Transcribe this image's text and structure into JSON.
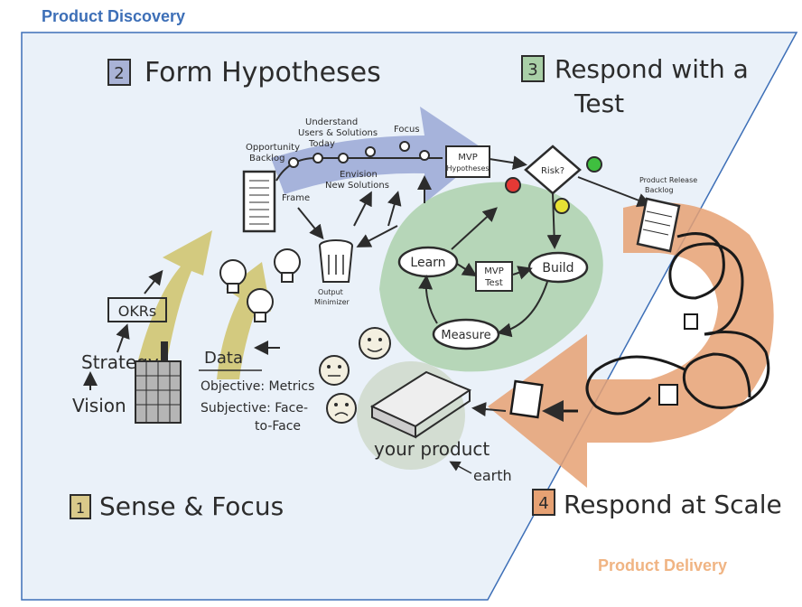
{
  "labels": {
    "product_discovery": "Product Discovery",
    "product_delivery": "Product Delivery"
  },
  "steps": [
    {
      "number": "1",
      "title": "Sense & Focus"
    },
    {
      "number": "2",
      "title": "Form Hypotheses"
    },
    {
      "number": "3",
      "title_line1": "Respond with a",
      "title_line2": "Test"
    },
    {
      "number": "4",
      "title": "Respond at Scale"
    }
  ],
  "sense": {
    "vision": "Vision",
    "strategy": "Strategy",
    "okrs": "OKRs",
    "data": "Data",
    "objective": "Objective: Metrics",
    "subjective_1": "Subjective: Face-",
    "subjective_2": "to-Face",
    "product": "your product",
    "earth": "earth"
  },
  "hypotheses": {
    "backlog_1": "Opportunity",
    "backlog_2": "Backlog",
    "frame": "Frame",
    "understand_1": "Understand",
    "understand_2": "Users & Solutions",
    "understand_3": "Today",
    "focus": "Focus",
    "envision_1": "Envision",
    "envision_2": "New Solutions",
    "output_1": "Output",
    "output_2": "Minimizer"
  },
  "test": {
    "mvp": "MVP",
    "hypotheses": "Hypotheses",
    "risk": "Risk?",
    "learn": "Learn",
    "build": "Build",
    "measure": "Measure",
    "mvp_test_1": "MVP",
    "mvp_test_2": "Test"
  },
  "scale": {
    "release_1": "Product Release",
    "release_2": "Backlog"
  },
  "colors": {
    "discovery_blue": "#3d6fb7",
    "delivery_orange": "#f0b483",
    "panel_blue": "#eaf1f9",
    "arrow_olive": "#cfc36a",
    "arrow_blue": "#9aa8d6",
    "loop_green": "#a9cfa7",
    "arrow_orange": "#e6a173",
    "dot_red": "#e53935",
    "dot_yellow": "#e7e034",
    "dot_green": "#3fbf3f"
  }
}
